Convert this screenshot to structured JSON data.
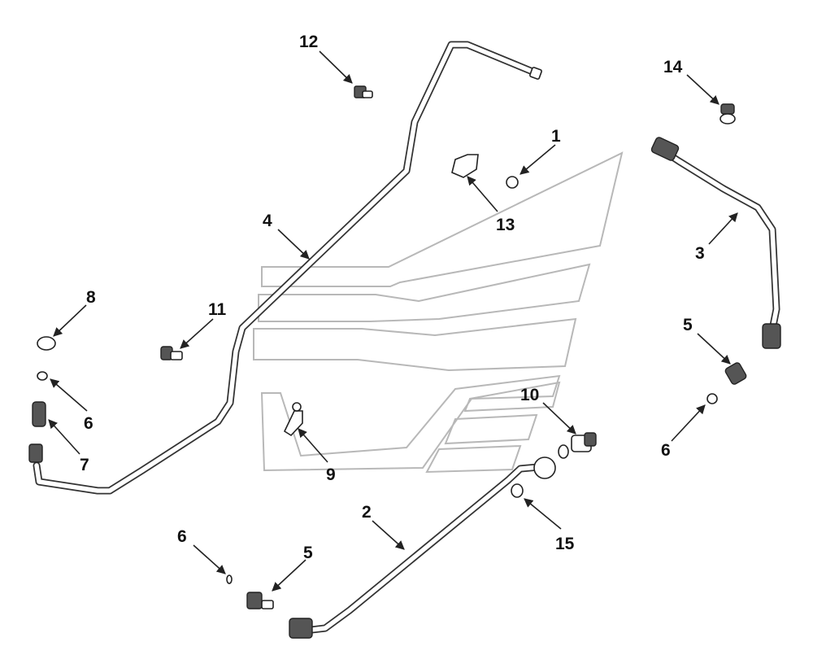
{
  "callouts": {
    "c1": "1",
    "c2": "2",
    "c3": "3",
    "c4": "4",
    "c5a": "5",
    "c5b": "5",
    "c6a": "6",
    "c6b": "6",
    "c6c": "6",
    "c7": "7",
    "c8": "8",
    "c9": "9",
    "c10": "10",
    "c11": "11",
    "c12": "12",
    "c13": "13",
    "c14": "14",
    "c15": "15"
  },
  "colors": {
    "line": "#222222",
    "watermark": "#b8b8b8",
    "background": "#ffffff"
  }
}
